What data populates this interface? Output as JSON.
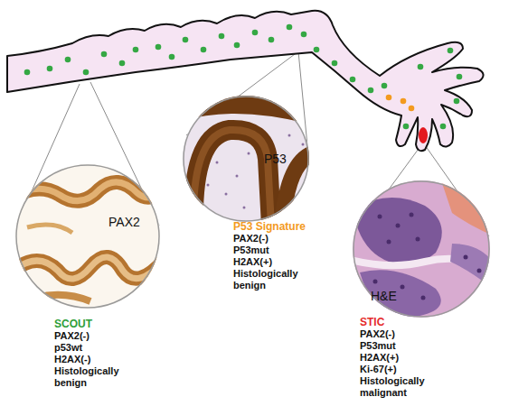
{
  "diagram": {
    "nodes": [
      {
        "text": [
          "PAX2",
          "SCOUT",
          "PAX2(-)",
          "p53wt",
          "H2AX(-)",
          "Histologically benign"
        ]
      },
      {
        "text": [
          "P53",
          "P53 Signature",
          "PAX2(-)",
          "P53mut",
          "H2AX(+)",
          "Histologically benign"
        ]
      },
      {
        "text": [
          "H&E",
          "STIC",
          "PAX2(-)",
          "P53mut",
          "H2AX(+)",
          "Ki-67(+)",
          "Histologically malignant"
        ]
      }
    ]
  }
}
